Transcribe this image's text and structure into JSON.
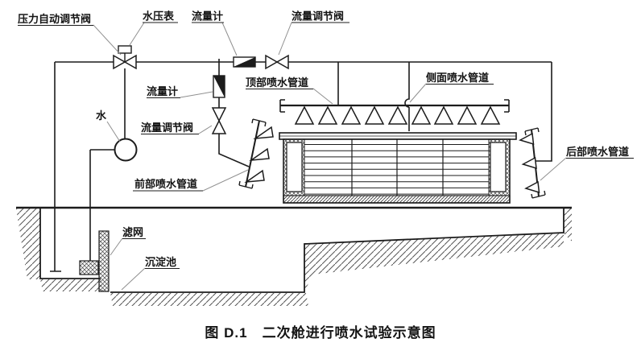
{
  "figure": {
    "caption": "图 D.1　二次舱进行喷水试验示意图",
    "labels": {
      "pressure_auto_valve": "压力自动调节阀",
      "water_pressure_gauge": "水压表",
      "main_flow_meter": "流量计",
      "main_flow_valve": "流量调节阀",
      "branch_flow_meter": "流量计",
      "branch_flow_valve": "流量调节阀",
      "water_source": "水",
      "top_spray_pipe": "顶部喷水管道",
      "side_spray_pipe": "侧面喷水管道",
      "front_spray_pipe": "前部喷水管道",
      "rear_spray_pipe": "后部喷水管道",
      "filter_screen": "滤网",
      "settling_pool": "沉淀池"
    },
    "colors": {
      "line": "#1c1c1c",
      "leader": "#8f8f8f",
      "hatch": "#555555",
      "background": "#ffffff"
    }
  }
}
